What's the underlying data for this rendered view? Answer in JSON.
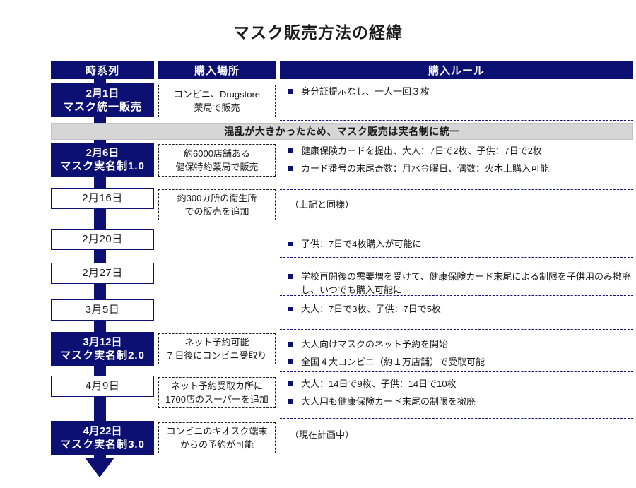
{
  "page": {
    "title": "マスク販売方法の経緯",
    "accent_navy": "#0d1073",
    "banner_gray": "#d6d6d6"
  },
  "header": {
    "timeline": "時系列",
    "place": "購入場所",
    "rules": "購入ルール"
  },
  "banner": {
    "text": "混乱が大きかったため、マスク販売は実名制に統一"
  },
  "rows": [
    {
      "date_line1": "2月1日",
      "date_line2": "マスク統一販売",
      "major": true,
      "place": [
        "コンビニ、Drugstore",
        "薬局で販売"
      ],
      "rules": [
        "身分証提示なし、一人一回３枚"
      ],
      "rules_plain": []
    },
    {
      "date_line1": "2月6日",
      "date_line2": "マスク実名制1.0",
      "major": true,
      "place": [
        "約6000店舗ある",
        "健保特約薬局で販売"
      ],
      "rules": [
        "健康保険カードを提出、大人：7日で2枚、子供：7日で2枚",
        "カード番号の末尾奇数：月水金曜日、偶数：火木土購入可能"
      ],
      "rules_plain": []
    },
    {
      "date_line1": "2月16日",
      "date_line2": "",
      "major": false,
      "place": [
        "約300カ所の衛生所",
        "での販売を追加"
      ],
      "rules": [],
      "rules_plain": [
        "（上記と同様）"
      ]
    },
    {
      "date_line1": "2月20日",
      "date_line2": "",
      "major": false,
      "place": [],
      "rules": [
        "子供：7日で4枚購入が可能に"
      ],
      "rules_plain": []
    },
    {
      "date_line1": "2月27日",
      "date_line2": "",
      "major": false,
      "place": [],
      "rules": [
        "学校再開後の需要増を受けて、健康保険カード末尾による制限を子供用のみ撤廃し、いつでも購入可能に"
      ],
      "rules_plain": []
    },
    {
      "date_line1": "3月5日",
      "date_line2": "",
      "major": false,
      "place": [],
      "rules": [
        "大人：7日で3枚、子供：7日で5枚"
      ],
      "rules_plain": []
    },
    {
      "date_line1": "3月12日",
      "date_line2": "マスク実名制2.0",
      "major": true,
      "place": [
        "ネット予約可能",
        "7 日後にコンビニ受取り"
      ],
      "rules": [
        "大人向けマスクのネット予約を開始",
        "全国４大コンビニ（約１万店舗）で受取可能"
      ],
      "rules_plain": []
    },
    {
      "date_line1": "4月9日",
      "date_line2": "",
      "major": false,
      "place": [
        "ネット予約受取カ所に",
        "1700店のスーパーを追加"
      ],
      "rules": [
        "大人：14日で9枚、子供：14日で10枚",
        "大人用も健康保険カード末尾の制限を撤廃"
      ],
      "rules_plain": []
    },
    {
      "date_line1": "4月22日",
      "date_line2": "マスク実名制3.0",
      "major": true,
      "place": [
        "コンビニのキオスク端末",
        "からの予約が可能"
      ],
      "rules": [],
      "rules_plain": [
        "（現在計画中）"
      ]
    }
  ],
  "layout": {
    "row_tops": [
      118,
      202,
      266,
      324,
      372,
      424,
      470,
      532,
      596
    ],
    "date_heights": [
      48,
      48,
      30,
      30,
      30,
      30,
      48,
      30,
      48
    ],
    "place_tops": [
      120,
      204,
      268,
      null,
      null,
      null,
      472,
      534,
      598
    ],
    "place_heights": [
      46,
      46,
      44,
      null,
      null,
      null,
      44,
      44,
      44
    ],
    "rules_tops": [
      120,
      204,
      280,
      336,
      382,
      428,
      478,
      534,
      606
    ],
    "divider_tops": [
      170,
      268,
      318,
      364,
      418,
      466,
      526,
      592
    ]
  }
}
